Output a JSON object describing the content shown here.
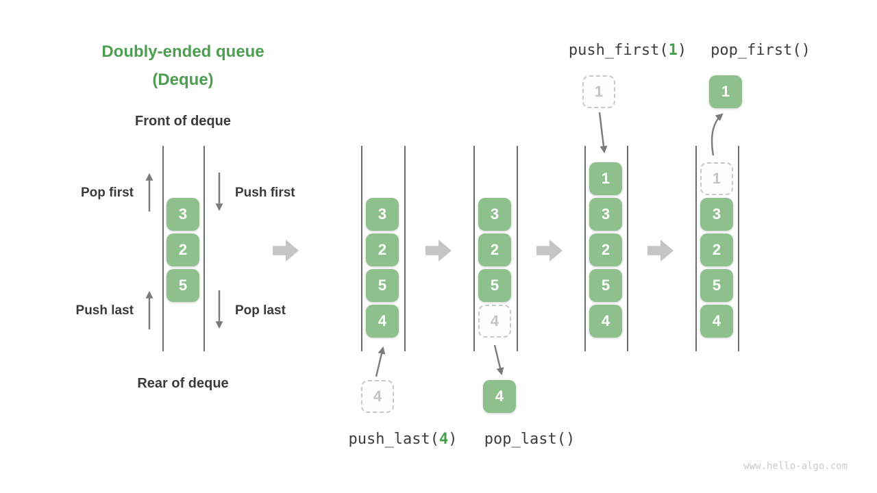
{
  "title": {
    "line1": "Doubly-ended queue",
    "line2": "(Deque)"
  },
  "labels": {
    "front": "Front of deque",
    "rear": "Rear of deque",
    "pop_first": "Pop first",
    "push_first": "Push first",
    "push_last": "Push last",
    "pop_last": "Pop last"
  },
  "operations": {
    "push_last": {
      "name": "push_last(",
      "arg": "4",
      "close": ")"
    },
    "pop_last": {
      "name": "pop_last()"
    },
    "push_first": {
      "name": "push_first(",
      "arg": "1",
      "close": ")"
    },
    "pop_first": {
      "name": "pop_first()"
    }
  },
  "states": {
    "initial": {
      "boxes": [
        "3",
        "2",
        "5"
      ]
    },
    "push_last": {
      "incoming": "4",
      "boxes": [
        "3",
        "2",
        "5",
        "4"
      ]
    },
    "pop_last": {
      "boxes": [
        "3",
        "2",
        "5"
      ],
      "removed_ghost": "4",
      "outgoing": "4"
    },
    "push_first": {
      "incoming": "1",
      "boxes": [
        "1",
        "3",
        "2",
        "5",
        "4"
      ]
    },
    "pop_first": {
      "removed_ghost": "1",
      "boxes": [
        "3",
        "2",
        "5",
        "4"
      ],
      "outgoing": "1"
    }
  },
  "colors": {
    "box_green": "#8DC08D",
    "title_green": "#4C9E50",
    "code_green": "#44A04A",
    "text_dark": "#3A3A3A",
    "wall_gray": "#6B6B6B",
    "thin_arrow_gray": "#7A7A7A",
    "transition_arrow_gray": "#C5C5C5",
    "ghost_gray": "#C8C8C8",
    "watermark_gray": "#C9C9C9"
  },
  "watermark": "www.hello-algo.com"
}
